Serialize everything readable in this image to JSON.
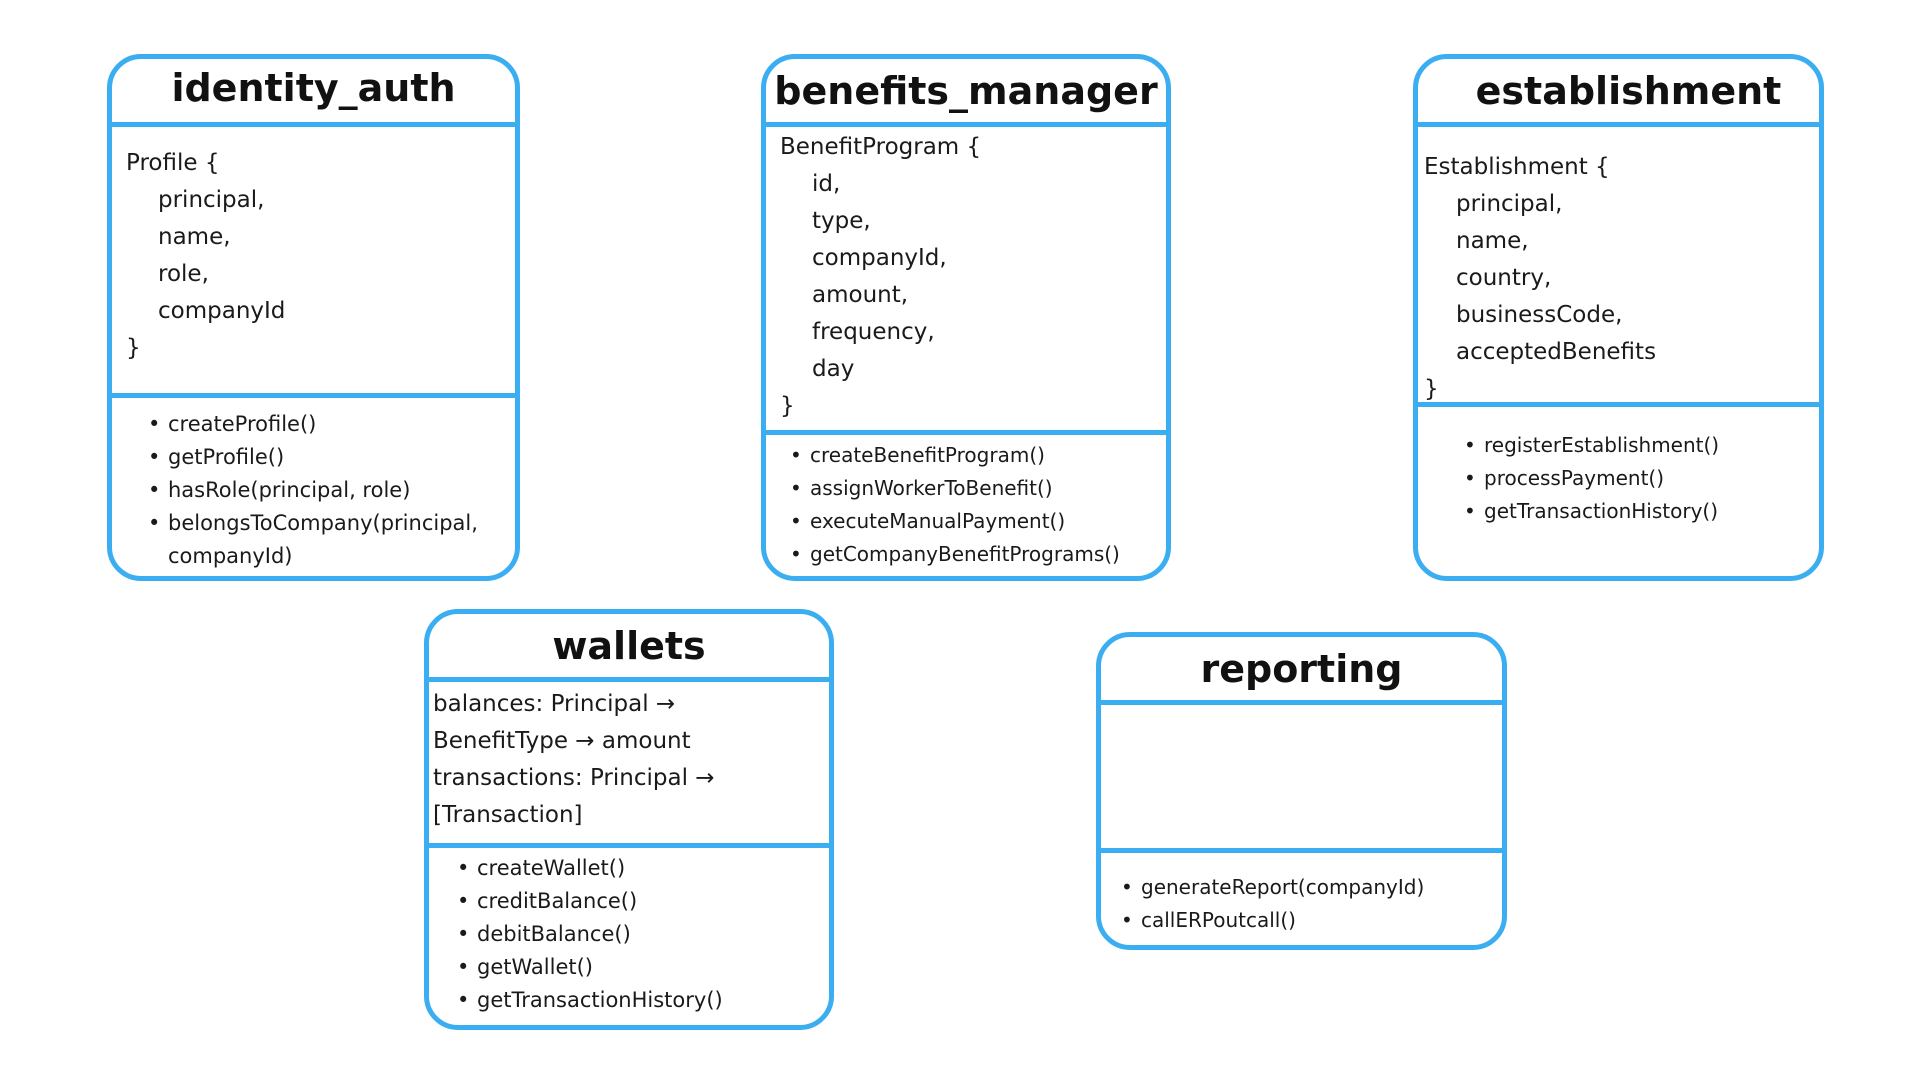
{
  "colors": {
    "border": "#3aaef0",
    "background": "#ffffff",
    "text": "#1a1a1a"
  },
  "modules": {
    "identity_auth": {
      "title": "identity_auth",
      "attributes": [
        "Profile {",
        "principal,",
        "name,",
        "role,",
        "companyId",
        "}"
      ],
      "methods": [
        "createProfile()",
        "getProfile()",
        "hasRole(principal, role)",
        "belongsToCompany(principal,",
        "companyId)"
      ]
    },
    "benefits_manager": {
      "title": "benefits_manager",
      "attributes": [
        "BenefitProgram {",
        "id,",
        "type,",
        "companyId,",
        "amount,",
        "frequency,",
        "day",
        "}"
      ],
      "methods": [
        "createBenefitProgram()",
        "assignWorkerToBenefit()",
        "executeManualPayment()",
        "getCompanyBenefitPrograms()"
      ]
    },
    "establishment": {
      "title": "establishment",
      "attributes": [
        "Establishment {",
        "principal,",
        "name,",
        "country,",
        "businessCode,",
        "acceptedBenefits",
        "}"
      ],
      "methods": [
        "registerEstablishment()",
        "processPayment()",
        "getTransactionHistory()"
      ]
    },
    "wallets": {
      "title": "wallets",
      "attributes": [
        "balances: Principal →",
        "BenefitType → amount",
        "transactions: Principal →",
        "[Transaction]"
      ],
      "methods": [
        "createWallet()",
        "creditBalance()",
        "debitBalance()",
        "getWallet()",
        "getTransactionHistory()"
      ]
    },
    "reporting": {
      "title": "reporting",
      "attributes": [],
      "methods": [
        "generateReport(companyId)",
        "callERPoutcall()"
      ]
    }
  }
}
